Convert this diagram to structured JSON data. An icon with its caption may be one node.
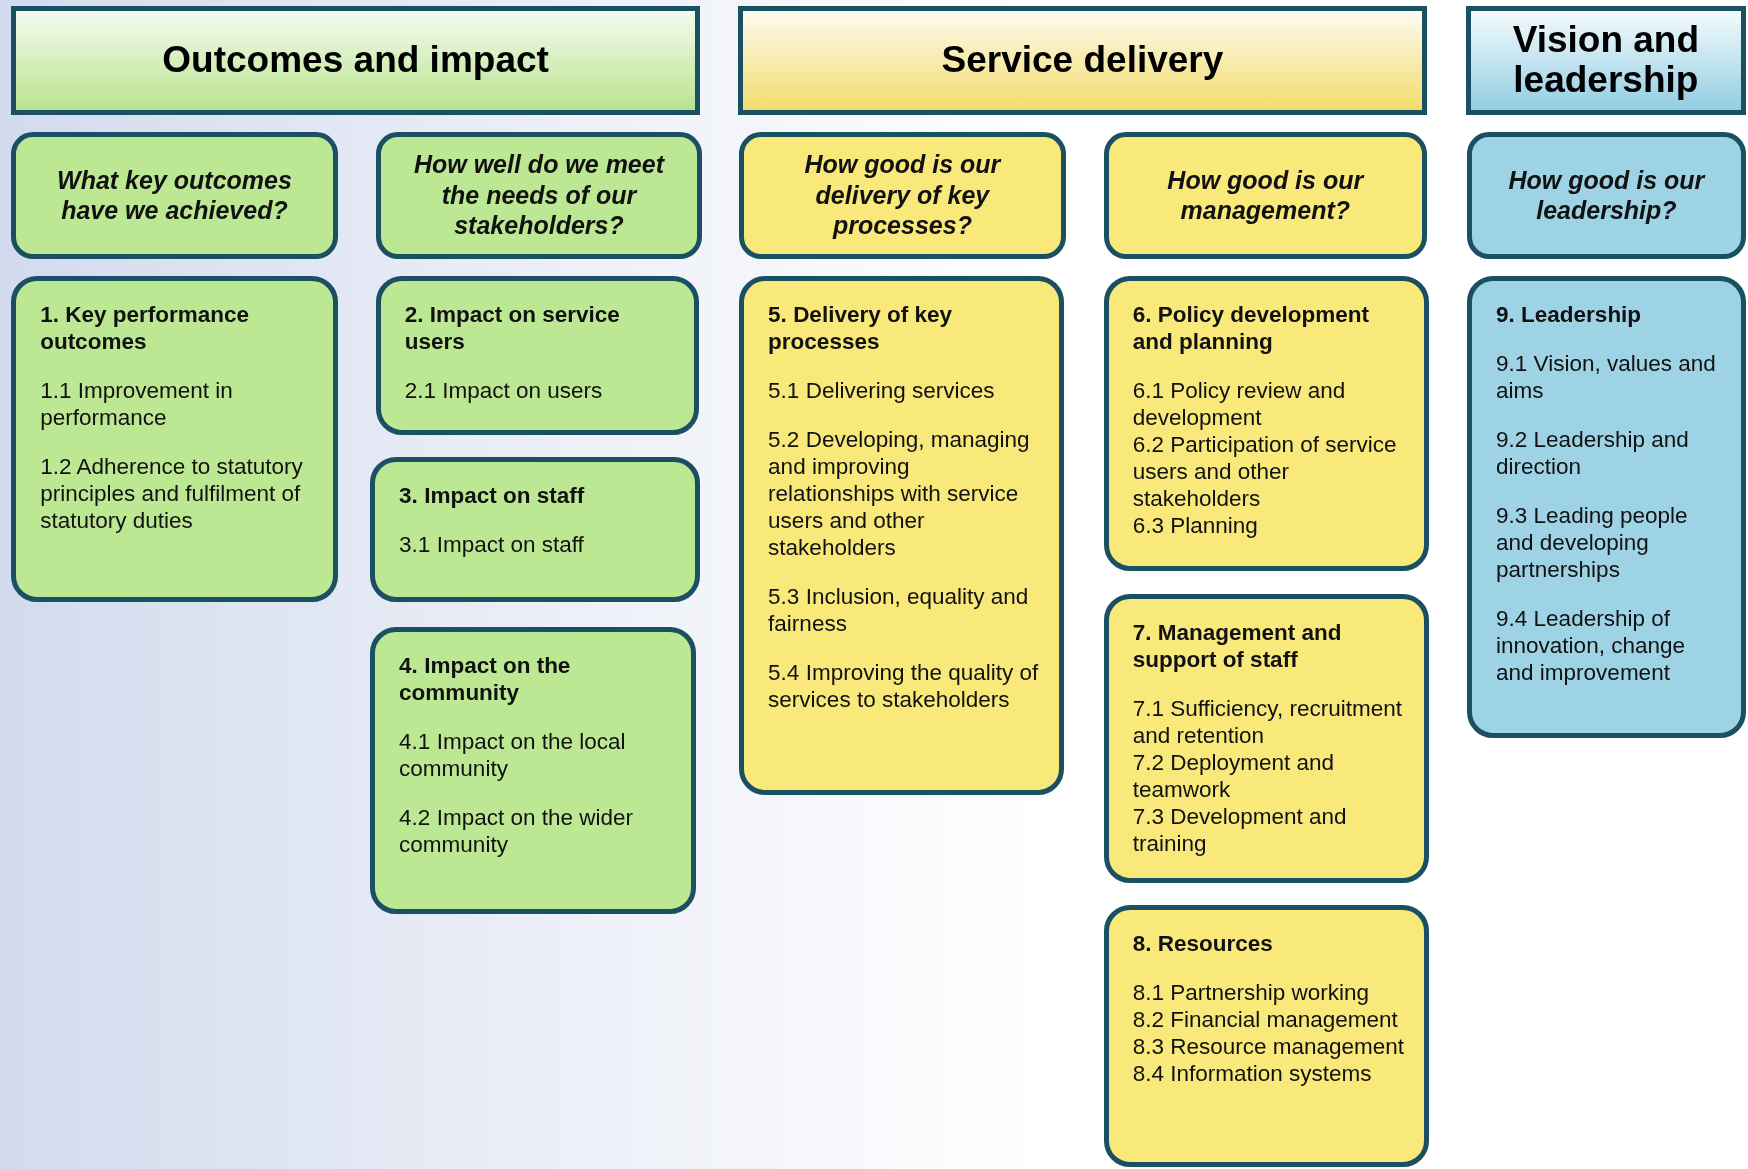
{
  "diagram": {
    "nodes": [
      {
        "text": [
          "Outcomes and impact"
        ]
      },
      {
        "text": [
          "Service delivery"
        ]
      },
      {
        "text": [
          "Vision and leadership"
        ]
      },
      {
        "text": [
          "What key outcomes have we achieved?"
        ]
      },
      {
        "text": [
          "How well do we meet the needs of our stakeholders?"
        ]
      },
      {
        "text": [
          "How good is our delivery of key processes?"
        ]
      },
      {
        "text": [
          "How good is our management?"
        ]
      },
      {
        "text": [
          "How good is our leadership?"
        ]
      },
      {
        "text": [
          "1. Key performance outcomes",
          "1.1 Improvement in performance",
          "1.2 Adherence to statutory principles and fulfilment of statutory duties"
        ]
      },
      {
        "text": [
          "2. Impact on service users",
          "2.1 Impact on users"
        ]
      },
      {
        "text": [
          "3. Impact on staff",
          "3.1 Impact on staff"
        ]
      },
      {
        "text": [
          "4. Impact on the community",
          "4.1 Impact on the local community",
          "4.2 Impact on the wider community"
        ]
      },
      {
        "text": [
          "5. Delivery of key processes",
          "5.1 Delivering services",
          "5.2 Developing, managing and improving relationships with service users and other stakeholders",
          "5.3 Inclusion, equality and fairness",
          "5.4 Improving the quality of services to stakeholders"
        ]
      },
      {
        "text": [
          "6. Policy development and planning",
          "6.1 Policy review and development",
          "6.2 Participation of service users and other stakeholders",
          "6.3 Planning"
        ]
      },
      {
        "text": [
          "7. Management and support of staff",
          "7.1 Sufficiency, recruitment and retention",
          "7.2 Deployment and teamwork",
          "7.3 Development and training"
        ]
      },
      {
        "text": [
          "8. Resources",
          "8.1 Partnership working",
          "8.2 Financial management",
          "8.3 Resource management",
          "8.4 Information systems"
        ]
      },
      {
        "text": [
          "9. Leadership",
          "9.1 Vision, values and aims",
          "9.2 Leadership and direction",
          "9.3 Leading people and developing partnerships",
          "9.4 Leadership of innovation, change and improvement"
        ]
      }
    ]
  }
}
